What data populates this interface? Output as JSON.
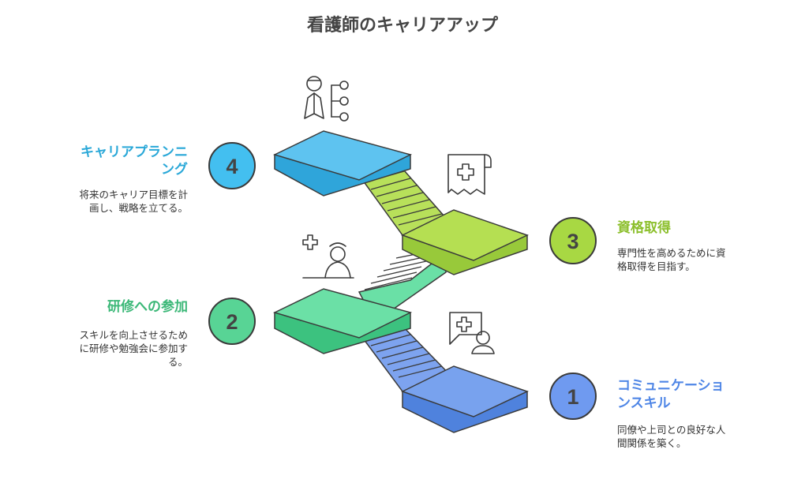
{
  "title": "看護師のキャリアアップ",
  "steps": [
    {
      "number": "1",
      "heading_lines": [
        "コミュニケーショ",
        "ンスキル"
      ],
      "description_lines": [
        "同僚や上司との良好な人",
        "間関係を築く。"
      ],
      "color": "#5a8fe8"
    },
    {
      "number": "2",
      "heading_lines": [
        "研修への参加"
      ],
      "description_lines": [
        "スキルを向上させるため",
        "に研修や勉強会に参加す",
        "る。"
      ],
      "color": "#48c987"
    },
    {
      "number": "3",
      "heading_lines": [
        "資格取得"
      ],
      "description_lines": [
        "専門性を高めるために資",
        "格取得を目指す。"
      ],
      "color": "#9fd23c"
    },
    {
      "number": "4",
      "heading_lines": [
        "キャリアプランニ",
        "ング"
      ],
      "description_lines": [
        "将来のキャリア目標を計",
        "画し、戦略を立てる。"
      ],
      "color": "#2fb2e6"
    }
  ],
  "icons": [
    "nurse-network-icon",
    "medical-chart-icon",
    "nurse-presentation-icon",
    "doctor-chat-icon"
  ]
}
